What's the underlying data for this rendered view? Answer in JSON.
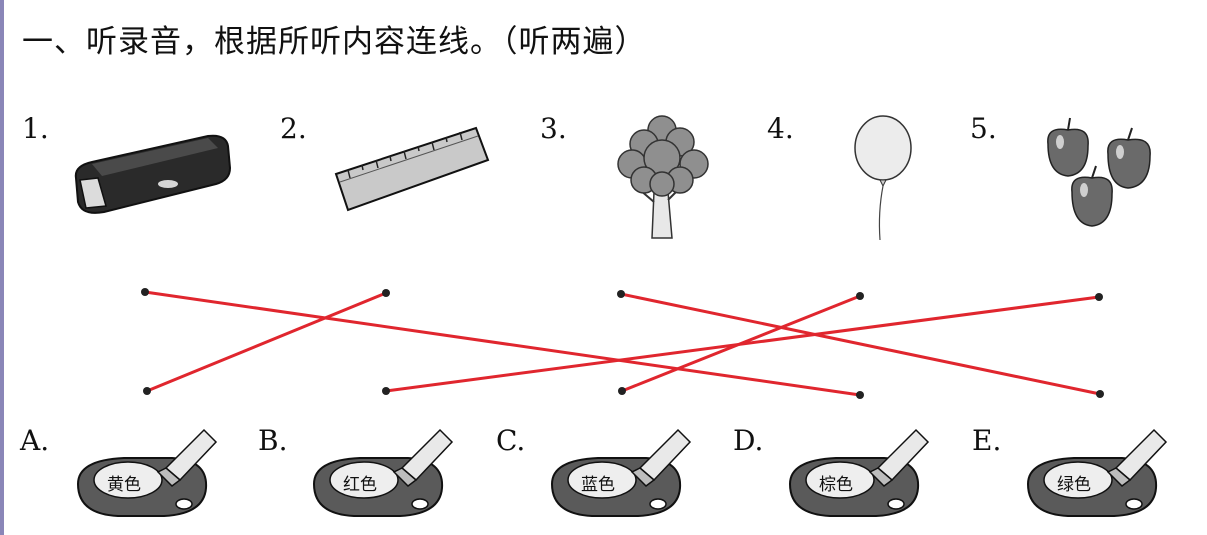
{
  "question": {
    "title": "一、听录音，根据所听内容连线。（听两遍）"
  },
  "top_items": [
    {
      "number": "1.",
      "picture": "pencil-case-icon"
    },
    {
      "number": "2.",
      "picture": "ruler-icon"
    },
    {
      "number": "3.",
      "picture": "tree-icon"
    },
    {
      "number": "4.",
      "picture": "balloon-icon"
    },
    {
      "number": "5.",
      "picture": "apples-icon"
    }
  ],
  "bottom_items": [
    {
      "letter": "A.",
      "color_label": "黄色",
      "picture": "paint-palette-icon"
    },
    {
      "letter": "B.",
      "color_label": "红色",
      "picture": "paint-palette-icon"
    },
    {
      "letter": "C.",
      "color_label": "蓝色",
      "picture": "paint-palette-icon"
    },
    {
      "letter": "D.",
      "color_label": "棕色",
      "picture": "paint-palette-icon"
    },
    {
      "letter": "E.",
      "color_label": "绿色",
      "picture": "paint-palette-icon"
    }
  ],
  "connections": [
    {
      "from": "1.",
      "to": "D."
    },
    {
      "from": "2.",
      "to": "A."
    },
    {
      "from": "3.",
      "to": "E."
    },
    {
      "from": "4.",
      "to": "C."
    },
    {
      "from": "5.",
      "to": "B."
    }
  ],
  "line_color": "#e0262e"
}
